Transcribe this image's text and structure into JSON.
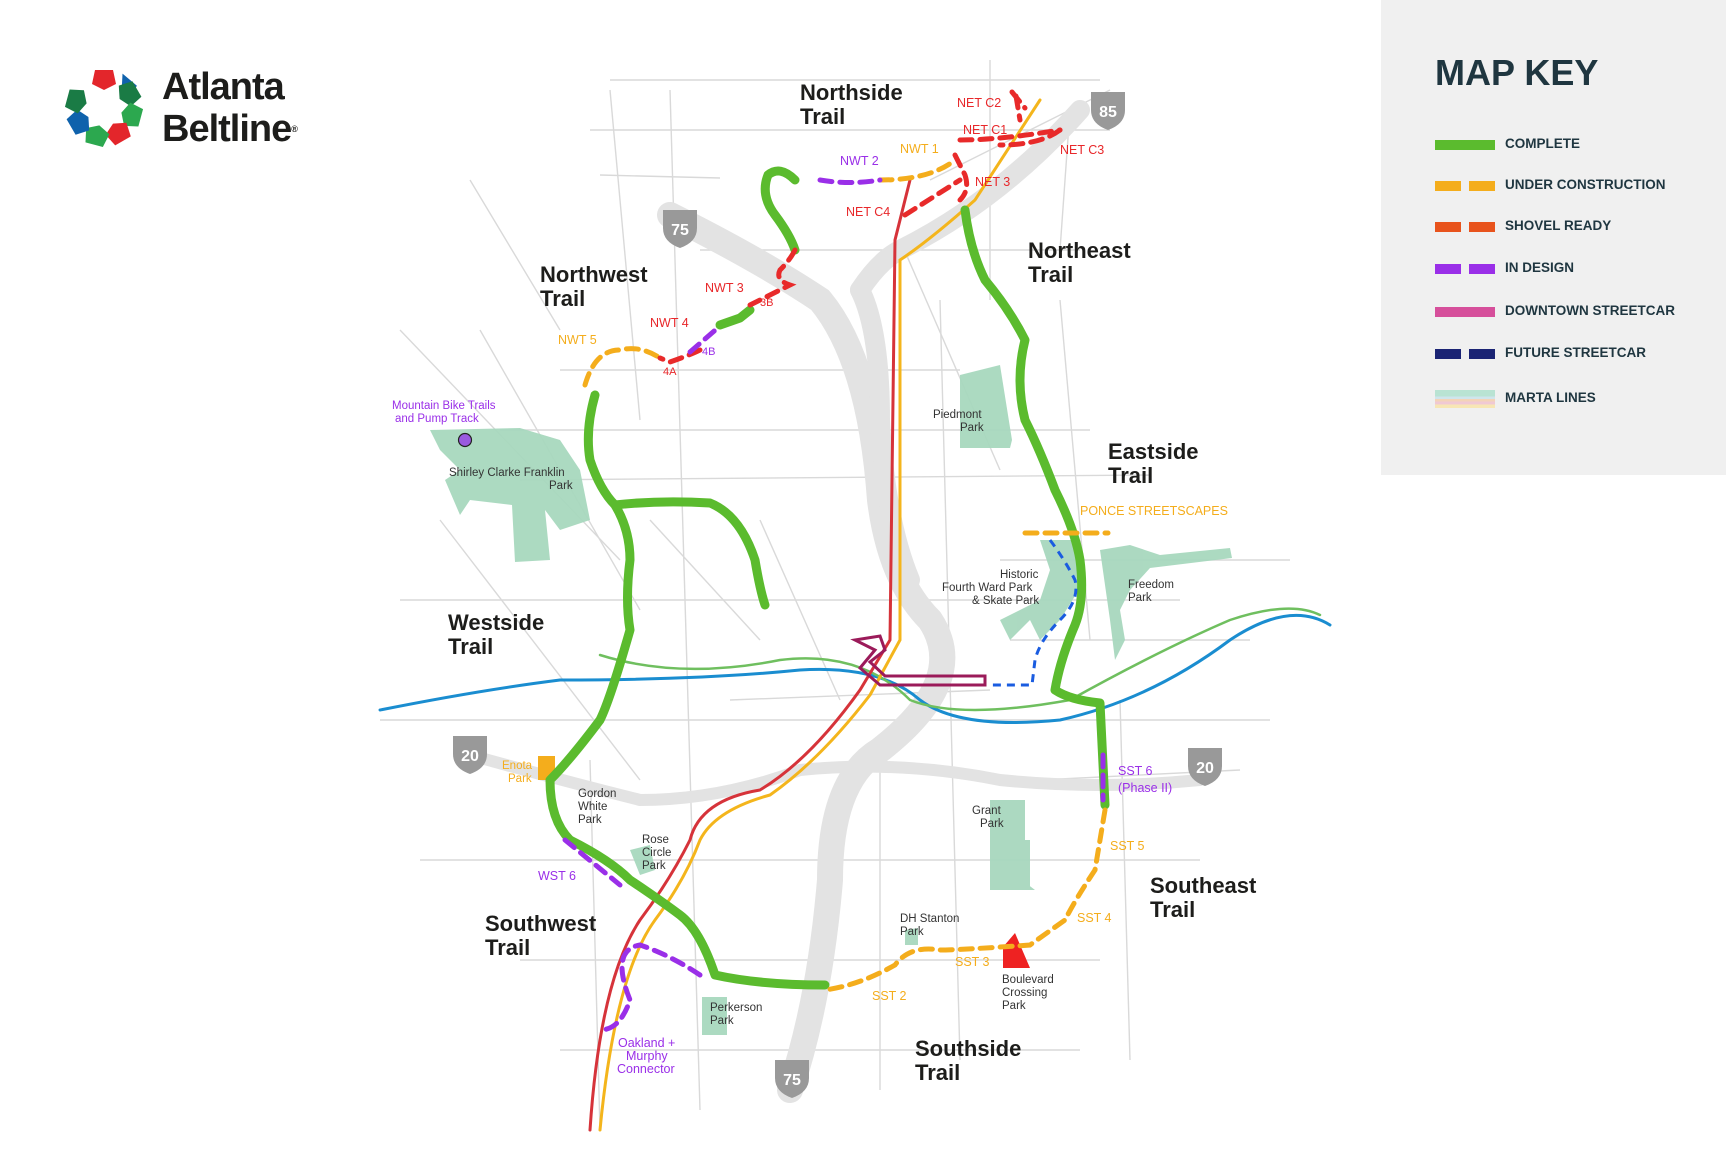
{
  "logo": {
    "name_line1": "Atlanta",
    "name_line2": "Beltline",
    "reg": "®"
  },
  "map_key": {
    "title": "MAP KEY",
    "items": [
      {
        "label": "COMPLETE",
        "color": "#5bbb2e",
        "style": "solid"
      },
      {
        "label": "UNDER CONSTRUCTION",
        "color": "#f4ad1c",
        "style": "dashed"
      },
      {
        "label": "SHOVEL READY",
        "color": "#e8531c",
        "style": "dashed"
      },
      {
        "label": "IN DESIGN",
        "color": "#9a2fe8",
        "style": "dashed"
      },
      {
        "label": "DOWNTOWN STREETCAR",
        "color": "#d64f9b",
        "style": "solid"
      },
      {
        "label": "FUTURE STREETCAR",
        "color": "#1b2474",
        "style": "dashed"
      },
      {
        "label": "MARTA LINES",
        "color": "#a8dcc8",
        "style": "multi"
      }
    ]
  },
  "interstates": [
    "85",
    "75",
    "20",
    "20",
    "75"
  ],
  "trails": {
    "northside": [
      "Northside",
      "Trail"
    ],
    "northwest": [
      "Northwest",
      "Trail"
    ],
    "northeast": [
      "Northeast",
      "Trail"
    ],
    "eastside": [
      "Eastside",
      "Trail"
    ],
    "westside": [
      "Westside",
      "Trail"
    ],
    "southwest": [
      "Southwest",
      "Trail"
    ],
    "southeast": [
      "Southeast",
      "Trail"
    ],
    "southside": [
      "Southside",
      "Trail"
    ]
  },
  "segments": {
    "net_c2": "NET C2",
    "net_c1": "NET C1",
    "net_c3": "NET C3",
    "net_3": "NET 3",
    "net_c4": "NET C4",
    "nwt_1": "NWT 1",
    "nwt_2": "NWT 2",
    "nwt_3": "NWT 3",
    "nwt_3b": "3B",
    "nwt_4": "NWT 4",
    "nwt_4a": "4A",
    "nwt_4b": "4B",
    "nwt_5": "NWT 5",
    "ponce": "PONCE STREETSCAPES",
    "sst_6": "SST 6",
    "sst_6_phase": "(Phase II)",
    "sst_5": "SST 5",
    "sst_4": "SST 4",
    "sst_3": "SST 3",
    "sst_2": "SST 2",
    "wst_6": "WST 6",
    "oakland": [
      "Oakland +",
      "Murphy",
      "Connector"
    ],
    "mtb": [
      "Mountain Bike Trails",
      "and Pump Track"
    ]
  },
  "parks": {
    "piedmont": [
      "Piedmont",
      "Park"
    ],
    "shirley": [
      "Shirley Clarke Franklin",
      "Park"
    ],
    "fourth_ward": [
      "Historic",
      "Fourth Ward Park",
      "& Skate Park"
    ],
    "freedom": [
      "Freedom",
      "Park"
    ],
    "enota": [
      "Enota",
      "Park"
    ],
    "gordon_white": [
      "Gordon",
      "White",
      "Park"
    ],
    "rose_circle": [
      "Rose",
      "Circle",
      "Park"
    ],
    "grant": [
      "Grant",
      "Park"
    ],
    "dh_stanton": [
      "DH Stanton",
      "Park"
    ],
    "boulevard": [
      "Boulevard",
      "Crossing",
      "Park"
    ],
    "perkerson": [
      "Perkerson",
      "Park"
    ]
  }
}
